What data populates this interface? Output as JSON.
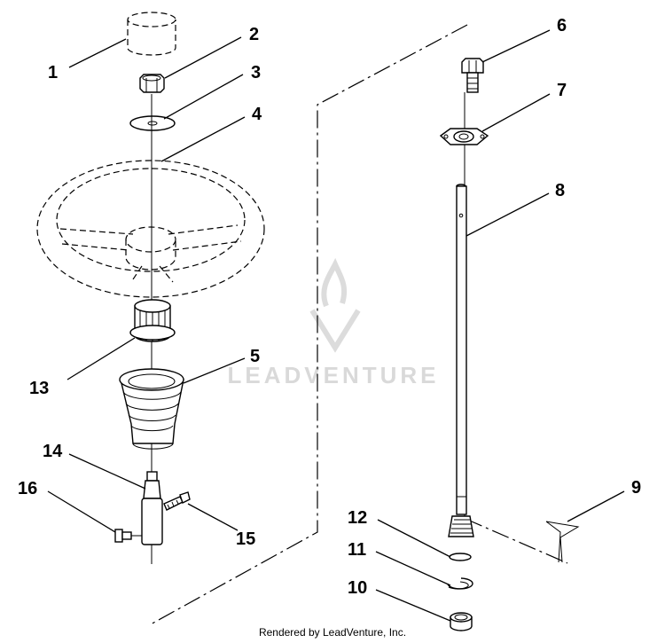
{
  "callouts": [
    {
      "id": "1",
      "label": "1"
    },
    {
      "id": "2",
      "label": "2"
    },
    {
      "id": "3",
      "label": "3"
    },
    {
      "id": "4",
      "label": "4"
    },
    {
      "id": "5",
      "label": "5"
    },
    {
      "id": "6",
      "label": "6"
    },
    {
      "id": "7",
      "label": "7"
    },
    {
      "id": "8",
      "label": "8"
    },
    {
      "id": "9",
      "label": "9"
    },
    {
      "id": "10",
      "label": "10"
    },
    {
      "id": "11",
      "label": "11"
    },
    {
      "id": "12",
      "label": "12"
    },
    {
      "id": "13",
      "label": "13"
    },
    {
      "id": "14",
      "label": "14"
    },
    {
      "id": "15",
      "label": "15"
    },
    {
      "id": "16",
      "label": "16"
    }
  ],
  "watermark": {
    "text": "LEADVENTURE",
    "color": "#d9d9d9"
  },
  "footer": {
    "text": "Rendered by LeadVenture, Inc."
  }
}
